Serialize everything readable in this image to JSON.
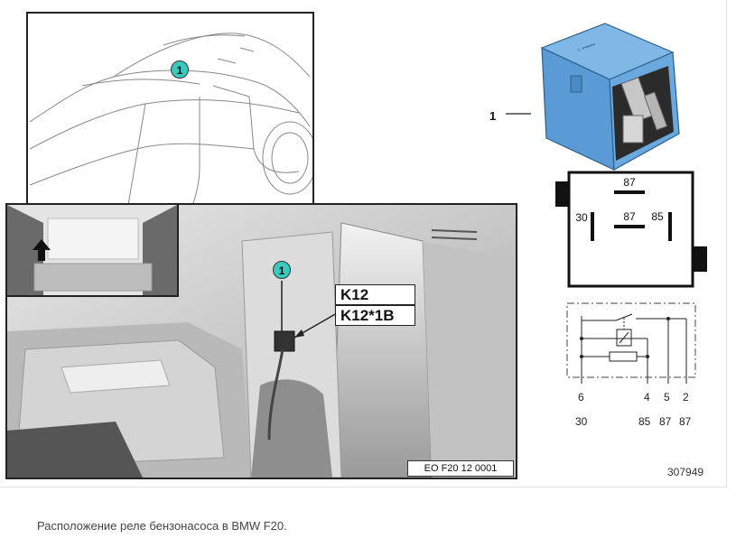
{
  "car_view": {
    "marker": "1"
  },
  "photo_view": {
    "marker": "1",
    "label_primary": "K12",
    "label_secondary": "K12*1B",
    "image_code": "EO F20 12 0001"
  },
  "relay": {
    "callout_number": "1",
    "pin_top": "87",
    "pin_left": "30",
    "pin_center": "87",
    "pin_right": "85"
  },
  "schematic": {
    "pin_numbers": [
      "6",
      "4",
      "5",
      "2"
    ],
    "terminal_numbers": [
      "30",
      "85",
      "87",
      "87"
    ]
  },
  "reference_number": "307949",
  "caption": "Расположение реле бензонасоса в BMW F20."
}
